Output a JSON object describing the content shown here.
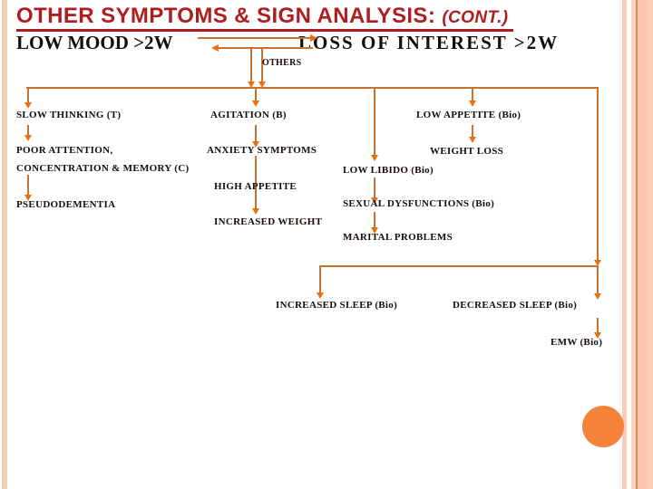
{
  "slide": {
    "title": "OTHER SYMPTOMS & SIGN ANALYSIS:",
    "title_cont": "(CONT.)",
    "subtitle_left": "LOW MOOD >2W",
    "subtitle_right": "LOSS OF INTEREST >2W",
    "others_label": "OTHERS"
  },
  "nodes": {
    "slow_thinking": "SLOW THINKING (T)",
    "agitation": "AGITATION (B)",
    "low_appetite": "LOW APPETITE (Bio)",
    "poor_attention": "POOR ATTENTION,",
    "anxiety_symptoms": "ANXIETY SYMPTOMS",
    "weight_loss": "WEIGHT LOSS",
    "concentration_memory": "CONCENTRATION & MEMORY (C)",
    "low_libido": "LOW LIBIDO (Bio)",
    "high_appetite": "HIGH APPETITE",
    "pseudodementia": "PSEUDODEMENTIA",
    "sexual_dysfunctions": "SEXUAL DYSFUNCTIONS (Bio)",
    "increased_weight": "INCREASED WEIGHT",
    "marital_problems": "MARITAL PROBLEMS",
    "increased_sleep": "INCREASED SLEEP (Bio)",
    "decreased_sleep": "DECREASED SLEEP (Bio)",
    "emw": "EMW (Bio)"
  },
  "colors": {
    "title_red": "#AE1D20",
    "connector_line": "#C9722E",
    "arrowhead": "#E8700F",
    "accent_circle": "#F5823A",
    "border_stripe": "#F8CDB9",
    "border_stripe_dark_line": "#DE8A52"
  }
}
